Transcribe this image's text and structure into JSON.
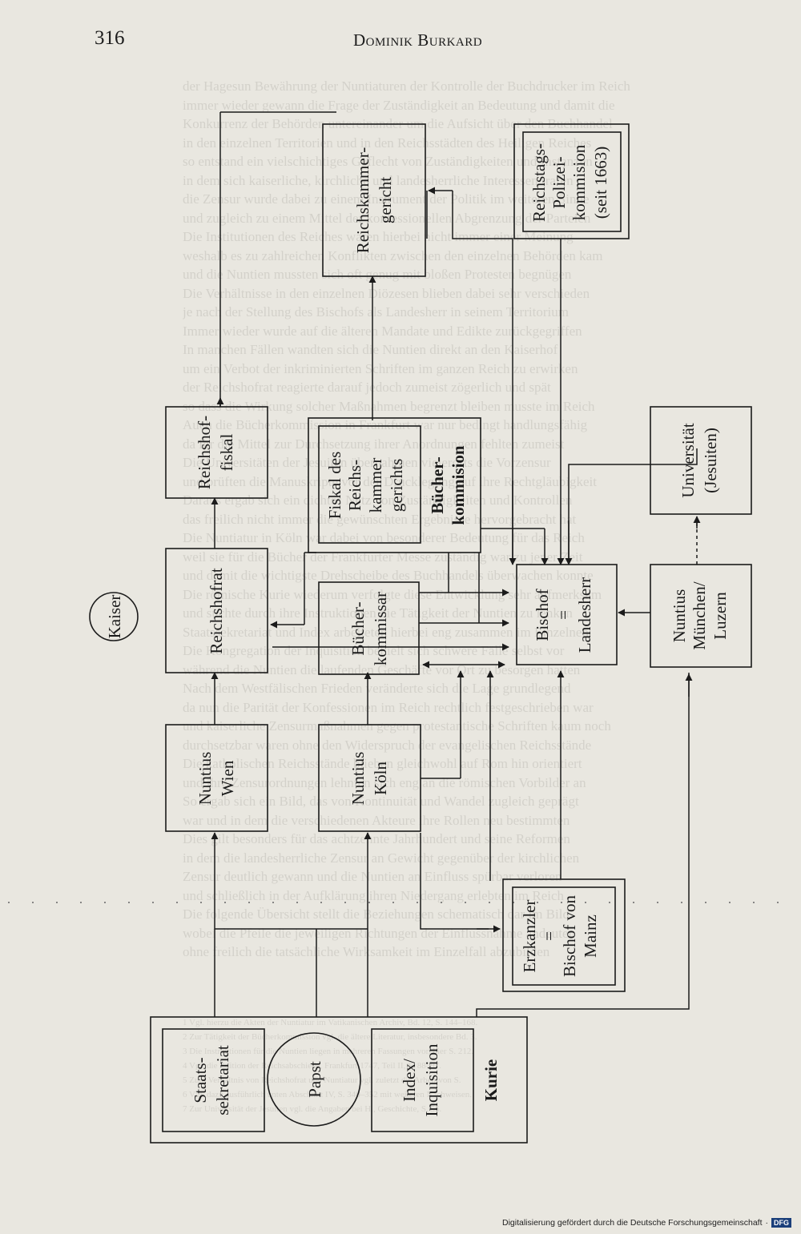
{
  "header": {
    "page_number": "316",
    "author": "Dominik Burkard"
  },
  "diagram": {
    "nodes": {
      "kaiser": "Kaiser",
      "reichshofrat": "Reichshofrat",
      "reichshoffiskal": [
        "Reichshof-",
        "fiskal"
      ],
      "reichskammergericht": [
        "Reichskammer-",
        "gericht"
      ],
      "polizeikommission": [
        "Reichstags-",
        "Polizei-",
        "kommision",
        "(seit 1663)"
      ],
      "fiskal_rkg": [
        "Fiskal des",
        "Reichs-",
        "kammer",
        "gerichts"
      ],
      "buecherkommission": [
        "Bücher-",
        "kommision"
      ],
      "buecherkommissar": [
        "Bücher-",
        "kommissar"
      ],
      "nuntius_wien": [
        "Nuntius",
        "Wien"
      ],
      "nuntius_koeln": [
        "Nuntius",
        "Köln"
      ],
      "bischof_landesherr": [
        "Bischof",
        "=",
        "Landesherr"
      ],
      "universitaet": [
        "Universität",
        "(Jesuiten)"
      ],
      "nuntius_muenchen": [
        "Nuntius",
        "München/",
        "Luzern"
      ],
      "erzkanzler": [
        "Erzkanzler",
        "=",
        "Bischof von",
        "Mainz"
      ],
      "staatssekretariat": [
        "Staats-",
        "sekretariat"
      ],
      "papst": "Papst",
      "index_inquisition": [
        "Index/",
        "Inquisition"
      ],
      "kurie": "Kurie"
    }
  },
  "footer": {
    "text": "Digitalisierung gefördert durch die Deutsche Forschungsgemeinschaft",
    "logo": "DFG"
  }
}
